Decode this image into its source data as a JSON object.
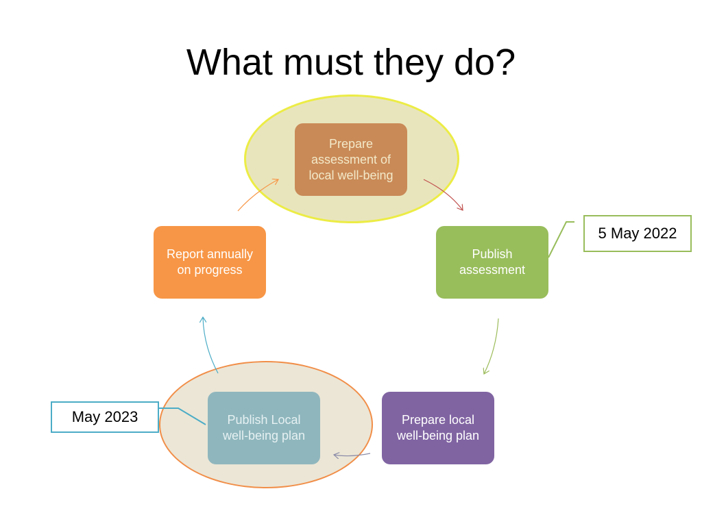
{
  "slide": {
    "title": "What must they do?"
  },
  "steps": {
    "prepare_assessment": "Prepare\nassessment of\nlocal well-being",
    "publish_assessment": "Publish\nassessment",
    "prepare_plan": "Prepare local\nwell-being plan",
    "publish_plan": "Publish Local\nwell-being plan",
    "report_progress": "Report annually\non progress"
  },
  "callouts": {
    "assessment_date": "5 May 2022",
    "plan_date": "May 2023"
  },
  "colors": {
    "prepare_assessment": "#c98a57",
    "publish_assessment": "#98bd5b",
    "prepare_plan": "#8064a2",
    "publish_plan": "#8fb6bd",
    "report_progress": "#f79646",
    "top_highlight_fill": "#e8e5bd",
    "top_highlight_border": "#ecec45",
    "bottom_highlight_fill": "#ece6d6",
    "bottom_highlight_border": "#f18e48",
    "callout_2022_border": "#98bd5b",
    "callout_2023_border": "#4bacc6"
  }
}
